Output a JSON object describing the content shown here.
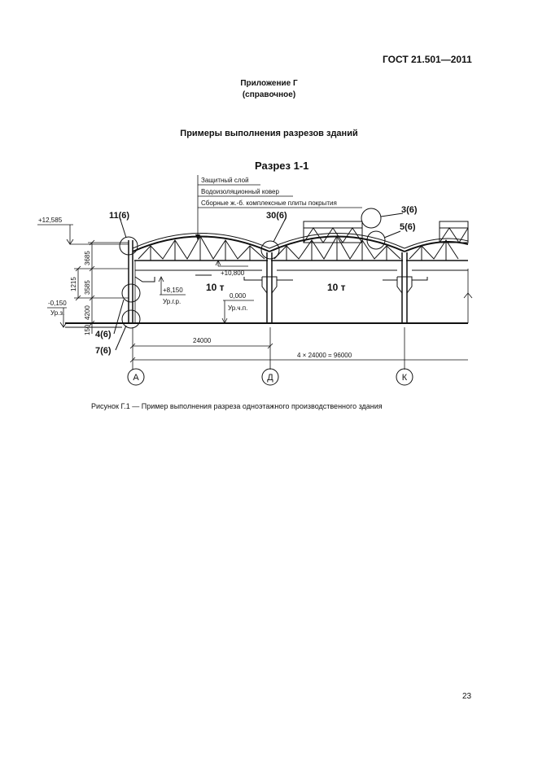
{
  "header": {
    "standard": "ГОСТ 21.501—2011"
  },
  "appendix": {
    "title": "Приложение Г",
    "note": "(справочное)"
  },
  "section_title": "Примеры выполнения разрезов зданий",
  "drawing": {
    "section_label": "Разрез 1-1",
    "layers": {
      "l1": "Защитный слой",
      "l2": "Водоизоляционный ковер",
      "l3": "Сборные ж.-б. комплексные плиты покрытия"
    },
    "callouts": {
      "c1": "11(6)",
      "c2": "30(6)",
      "c3": "3(6)",
      "c4": "5(6)",
      "c5": "4(6)",
      "c6": "7(6)"
    },
    "elevations": {
      "top": "+12,585",
      "truss": "+10,800",
      "ground": "-0,150",
      "ground_label": "Ур.з.",
      "floor": "0,000",
      "floor_label": "Ур.ч.п.",
      "crane": "+8,150",
      "crane_label": "Ур.г.р."
    },
    "vertical_dims": {
      "d1": "3685",
      "d2": "1215",
      "d3": "3585",
      "d4": "4200",
      "d5": "150"
    },
    "crane_capacity": {
      "c1": "10 т",
      "c2": "10 т"
    },
    "span_dims": {
      "span": "24000",
      "total": "4 × 24000 = 96000"
    },
    "axes": {
      "a1": "А",
      "a2": "Д",
      "a3": "К"
    }
  },
  "caption": "Рисунок  Г.1 — Пример выполнения разреза одноэтажного производственного здания",
  "page_number": "23"
}
